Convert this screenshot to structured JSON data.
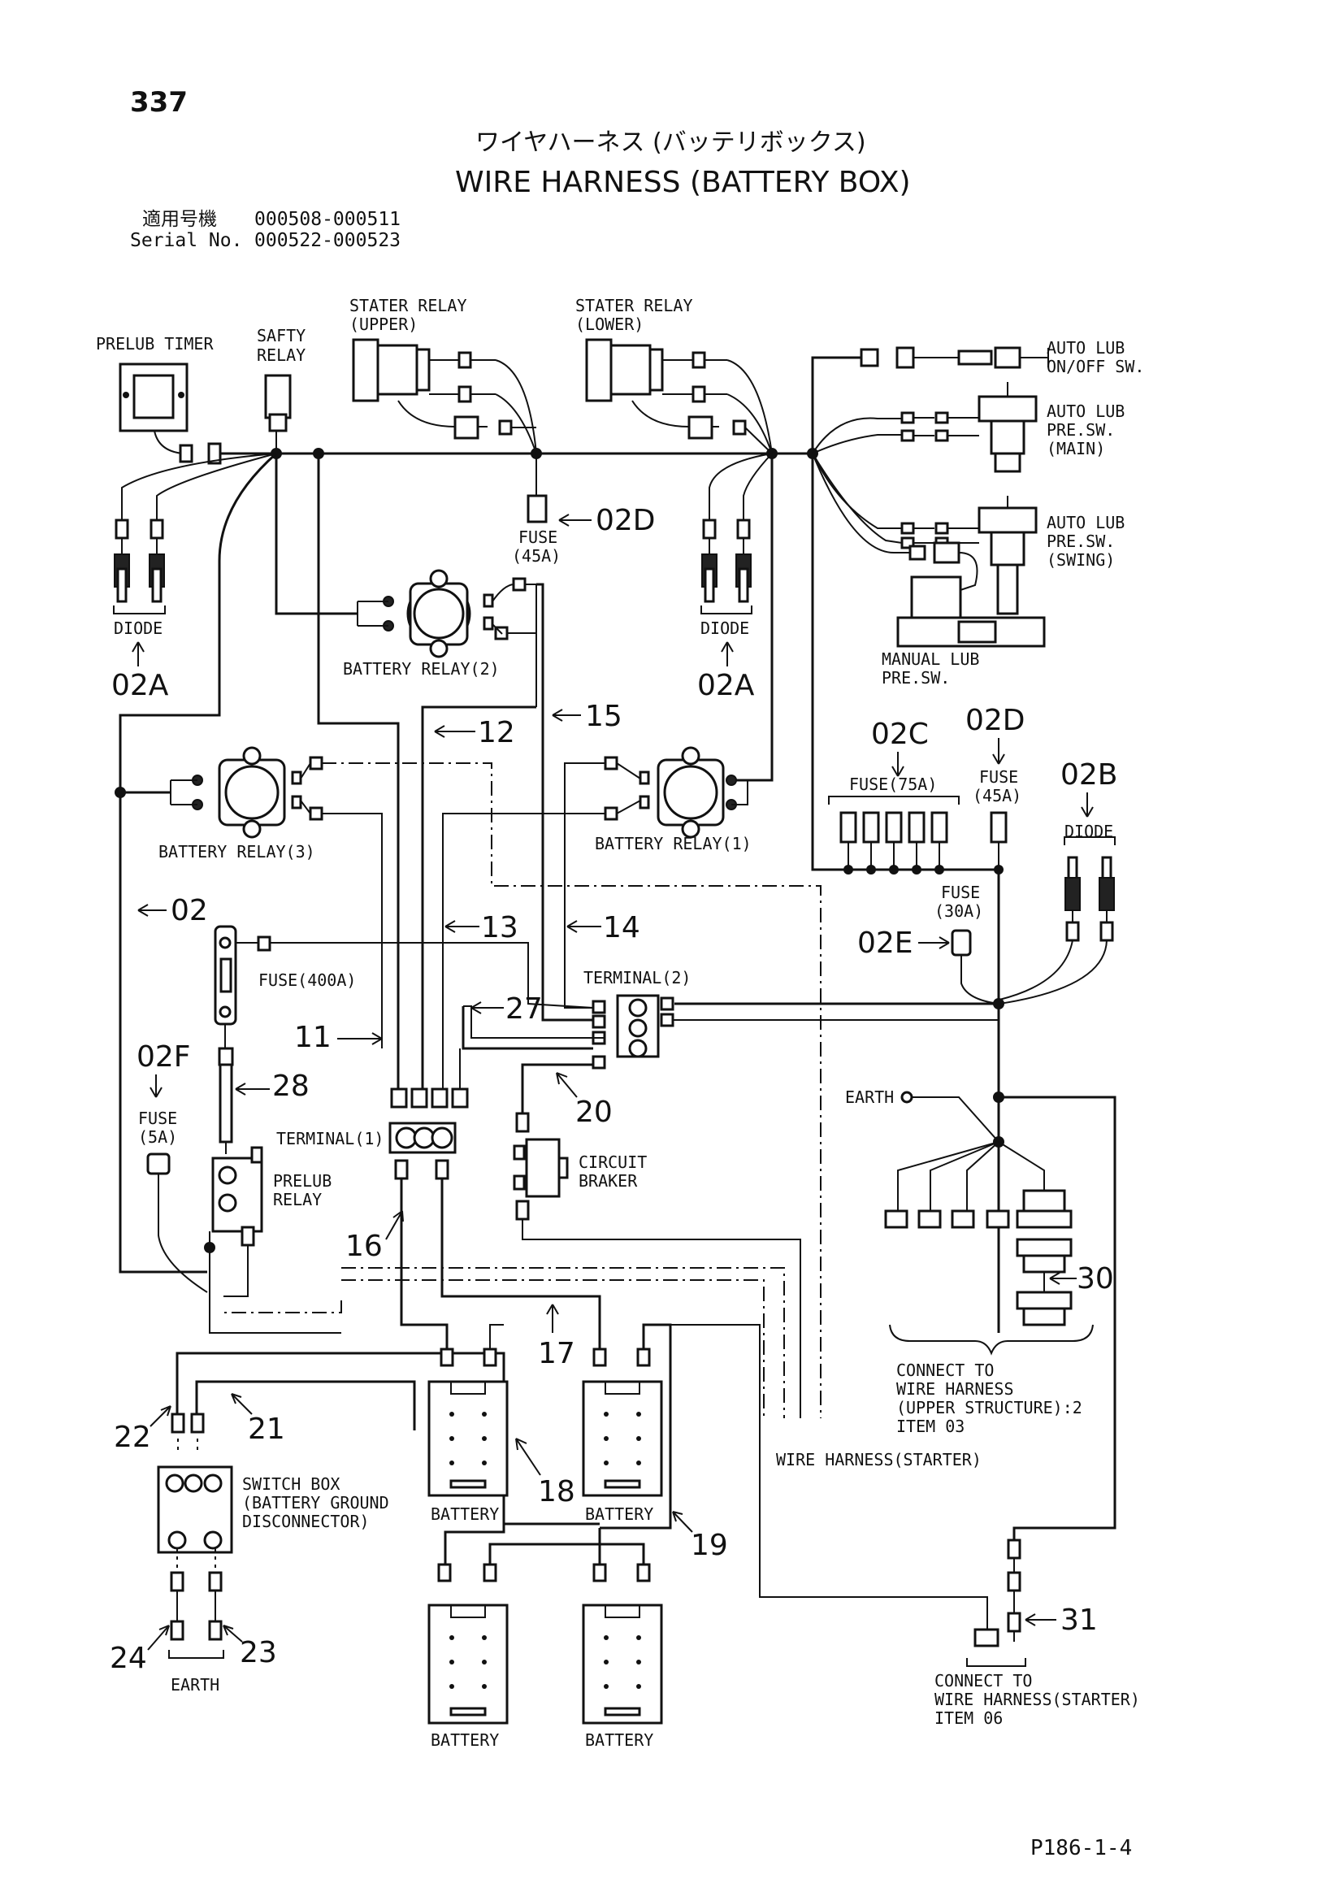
{
  "header": {
    "page_number": "337",
    "title_jp": "ワイヤハーネス (バッテリボックス)",
    "title_en": "WIRE HARNESS (BATTERY BOX)",
    "serial_label_jp": "適用号機",
    "serial_label_en": "Serial No.",
    "serial_jp": "000508-000511",
    "serial_en": "000522-000523"
  },
  "components": {
    "prelub_timer": "PRELUB TIMER",
    "safety_relay": [
      "SAFTY",
      "RELAY"
    ],
    "starter_relay_upper": [
      "STATER RELAY",
      "(UPPER)"
    ],
    "starter_relay_lower": [
      "STATER RELAY",
      "(LOWER)"
    ],
    "auto_lub_sw": [
      "AUTO LUB",
      "ON/OFF SW."
    ],
    "auto_lub_main": [
      "AUTO LUB",
      "PRE.SW.",
      "(MAIN)"
    ],
    "auto_lub_swing": [
      "AUTO LUB",
      "PRE.SW.",
      "(SWING)"
    ],
    "manual_lub": [
      "MANUAL LUB",
      "PRE.SW."
    ],
    "fuse_45a_top": [
      "FUSE",
      "(45A)"
    ],
    "diode_left": "DIODE",
    "diode_mid": "DIODE",
    "diode_right": "DIODE",
    "battery_relay_2": "BATTERY RELAY(2)",
    "battery_relay_3": "BATTERY RELAY(3)",
    "battery_relay_1": "BATTERY RELAY(1)",
    "fuse_75a": "FUSE(75A)",
    "fuse_45a_right": [
      "FUSE",
      "(45A)"
    ],
    "fuse_30a": [
      "FUSE",
      "(30A)"
    ],
    "fuse_400a": "FUSE(400A)",
    "fuse_5a": [
      "FUSE",
      "(5A)"
    ],
    "terminal_2": "TERMINAL(2)",
    "terminal_1": "TERMINAL(1)",
    "prelub_relay": [
      "PRELUB",
      "RELAY"
    ],
    "circuit_breaker": [
      "CIRCUIT",
      "BRAKER"
    ],
    "earth_top": "EARTH",
    "connect_upper": [
      "CONNECT TO",
      "WIRE HARNESS",
      "(UPPER STRUCTURE):2",
      "ITEM 03"
    ],
    "wire_harness_starter": "WIRE HARNESS(STARTER)",
    "switch_box": [
      "SWITCH BOX",
      "(BATTERY GROUND",
      " DISCONNECTOR)"
    ],
    "battery": "BATTERY",
    "earth_bottom": "EARTH",
    "connect_starter": [
      "CONNECT TO",
      "WIRE HARNESS(STARTER)",
      "ITEM 06"
    ]
  },
  "callouts": {
    "c02A": "02A",
    "c02B": "02B",
    "c02C": "02C",
    "c02D": "02D",
    "c02E": "02E",
    "c02F": "02F",
    "c02": "02",
    "c11": "11",
    "c12": "12",
    "c13": "13",
    "c14": "14",
    "c15": "15",
    "c16": "16",
    "c17": "17",
    "c18": "18",
    "c19": "19",
    "c20": "20",
    "c21": "21",
    "c22": "22",
    "c23": "23",
    "c24": "24",
    "c27": "27",
    "c28": "28",
    "c30": "30",
    "c31": "31"
  },
  "footer": {
    "ref": "P186-1-4"
  }
}
